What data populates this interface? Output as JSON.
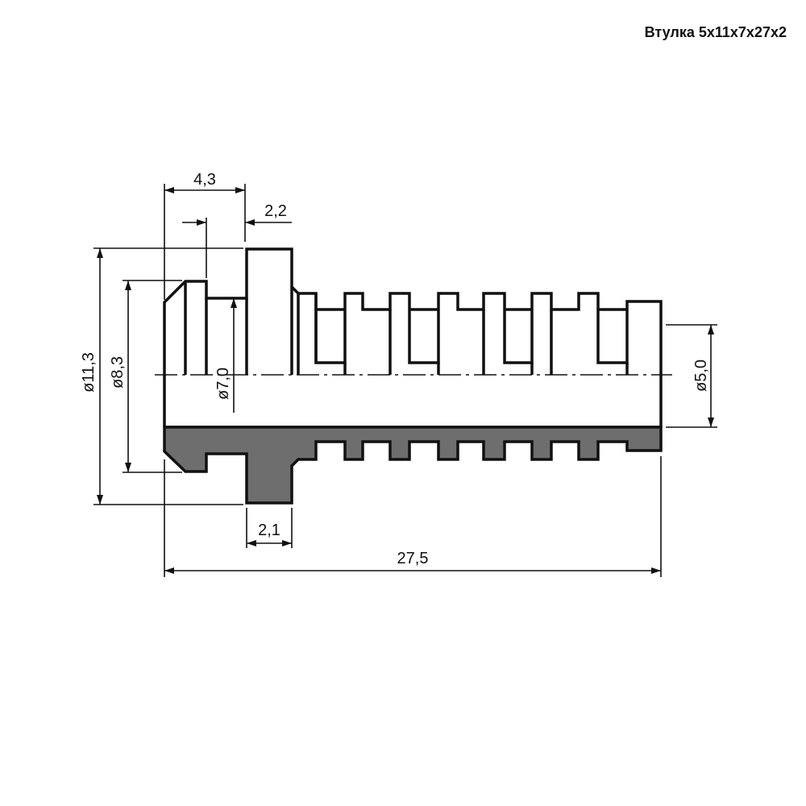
{
  "title": "Втулка 5x11x7x27x2",
  "dimensions": {
    "top_width": "4,3",
    "top_step": "2,2",
    "outer_diameter": "ø11,3",
    "neck_diameter": "ø8,3",
    "inner_diameter": "ø7,0",
    "bore_diameter": "ø5,0",
    "flange_width": "2,1",
    "total_length": "27,5"
  }
}
